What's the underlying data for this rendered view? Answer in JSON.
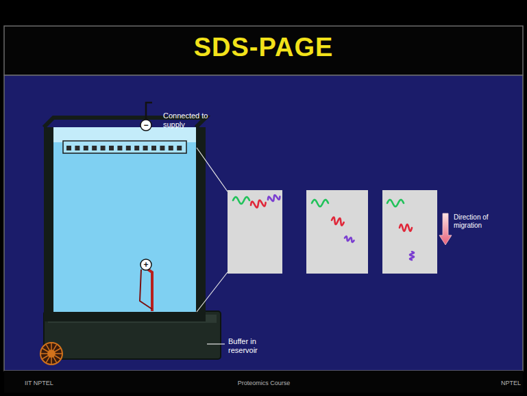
{
  "diagram": {
    "title": "SDS-PAGE",
    "labels": [
      "Connected to supply",
      "Buffer in reservoir",
      "Direction of migration",
      "−",
      "+",
      "IIT NPTEL",
      "Proteomics Course",
      "NPTEL"
    ]
  }
}
